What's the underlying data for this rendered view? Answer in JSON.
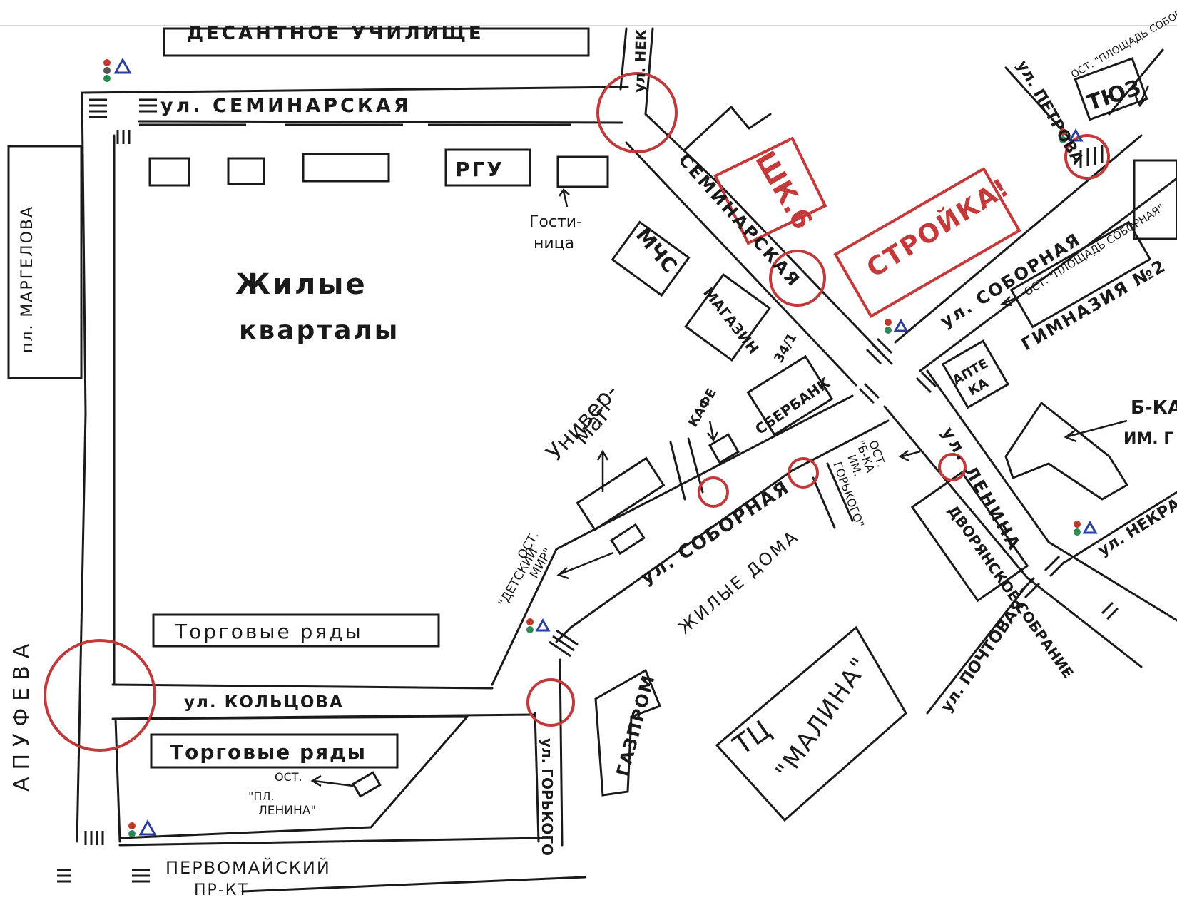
{
  "colors": {
    "ink": "#1a1a1a",
    "circle_red": "#c0393b",
    "label_red": "#c43a3a",
    "sign_blue": "#2a3f9b",
    "light_red": "#c0392b",
    "light_green": "#2e8b57",
    "paper": "#ffffff"
  },
  "streets": {
    "seminarskaya_top": "ул. СЕМИНАРСКАЯ",
    "seminarskaya_diag": "СЕМИНАРСКАЯ",
    "nekr_top": "ул. НЕК",
    "petrova": "ул. ПЕТРОВА",
    "sobornaya_upper": "ул. СОБОРНАЯ",
    "sobornaya_lower": "ул. СОБОРНАЯ",
    "lenina": "ул. ЛЕНИНА",
    "nekr_right": "ул. НЕКРА",
    "pochtovaya": "ул. ПОЧТОВАЯ",
    "koltsova": "ул. КОЛЬЦОВА",
    "gorkogo": "ул. ГОРЬКОГО",
    "apufeva": "АПУФЕВА",
    "pervomaisky_1": "ПЕРВОМАЙСКИЙ",
    "pervomaisky_2": "ПР-КТ",
    "square_margelova": "пл. МАРГЕЛОВА"
  },
  "buildings": {
    "top_school": "ДЕСАНТНОЕ УЧИЛИЩЕ",
    "rgu": "РГУ",
    "hotel_1": "Гости-",
    "hotel_2": "ница",
    "residential_1": "Жилые",
    "residential_2": "кварталы",
    "mchs": "МЧС",
    "shop": "МАГАЗИН",
    "school_red": "ШК.6",
    "construction": "СТРОЙКА!",
    "tyuz": "ТЮЗ",
    "gymnasium": "ГИМНАЗИЯ №2",
    "pharmacy_1": "АПТЕ",
    "pharmacy_2": "КА",
    "sberbank": "СБЕРБАНК",
    "sberbank_num": "34/1",
    "cafe": "КАФЕ",
    "univermag_1": "Универ-",
    "univermag_2": "маг",
    "library_1": "Б-КА",
    "library_2": "ИМ. Г",
    "dvoryanskoe": "ДВОРЯНСКОЕ СОБРАНИЕ",
    "torg_ryady_1": "Торговые ряды",
    "torg_ryady_2": "Торговые ряды",
    "zhilye_doma": "ЖИЛЫЕ ДОМА",
    "gazprom": "ГАЗПРОМ",
    "tc_1": "ТЦ",
    "tc_2": "\"МАЛИНА\""
  },
  "stops": {
    "ploshchad_sobornaya_top": "ОСТ. \"ПЛОЩАДЬ СОБОРНАЯ\"",
    "ploshchad_sobornaya_mid": "ОСТ. \"ПЛОЩАДЬ СОБОРНАЯ\"",
    "detsky_mir_1": "ОСТ.",
    "detsky_mir_2": "\"ДЕТСКИЙ",
    "detsky_mir_3": "МИР\"",
    "bka_gorkogo_1": "ОСТ.",
    "bka_gorkogo_2": "\"Б-КА",
    "bka_gorkogo_3": "ИМ.",
    "bka_gorkogo_4": "ГОРЬКОГО\"",
    "pl_lenina_1": "ОСТ.",
    "pl_lenina_2": "\"ПЛ.",
    "pl_lenina_3": "ЛЕНИНА\""
  }
}
